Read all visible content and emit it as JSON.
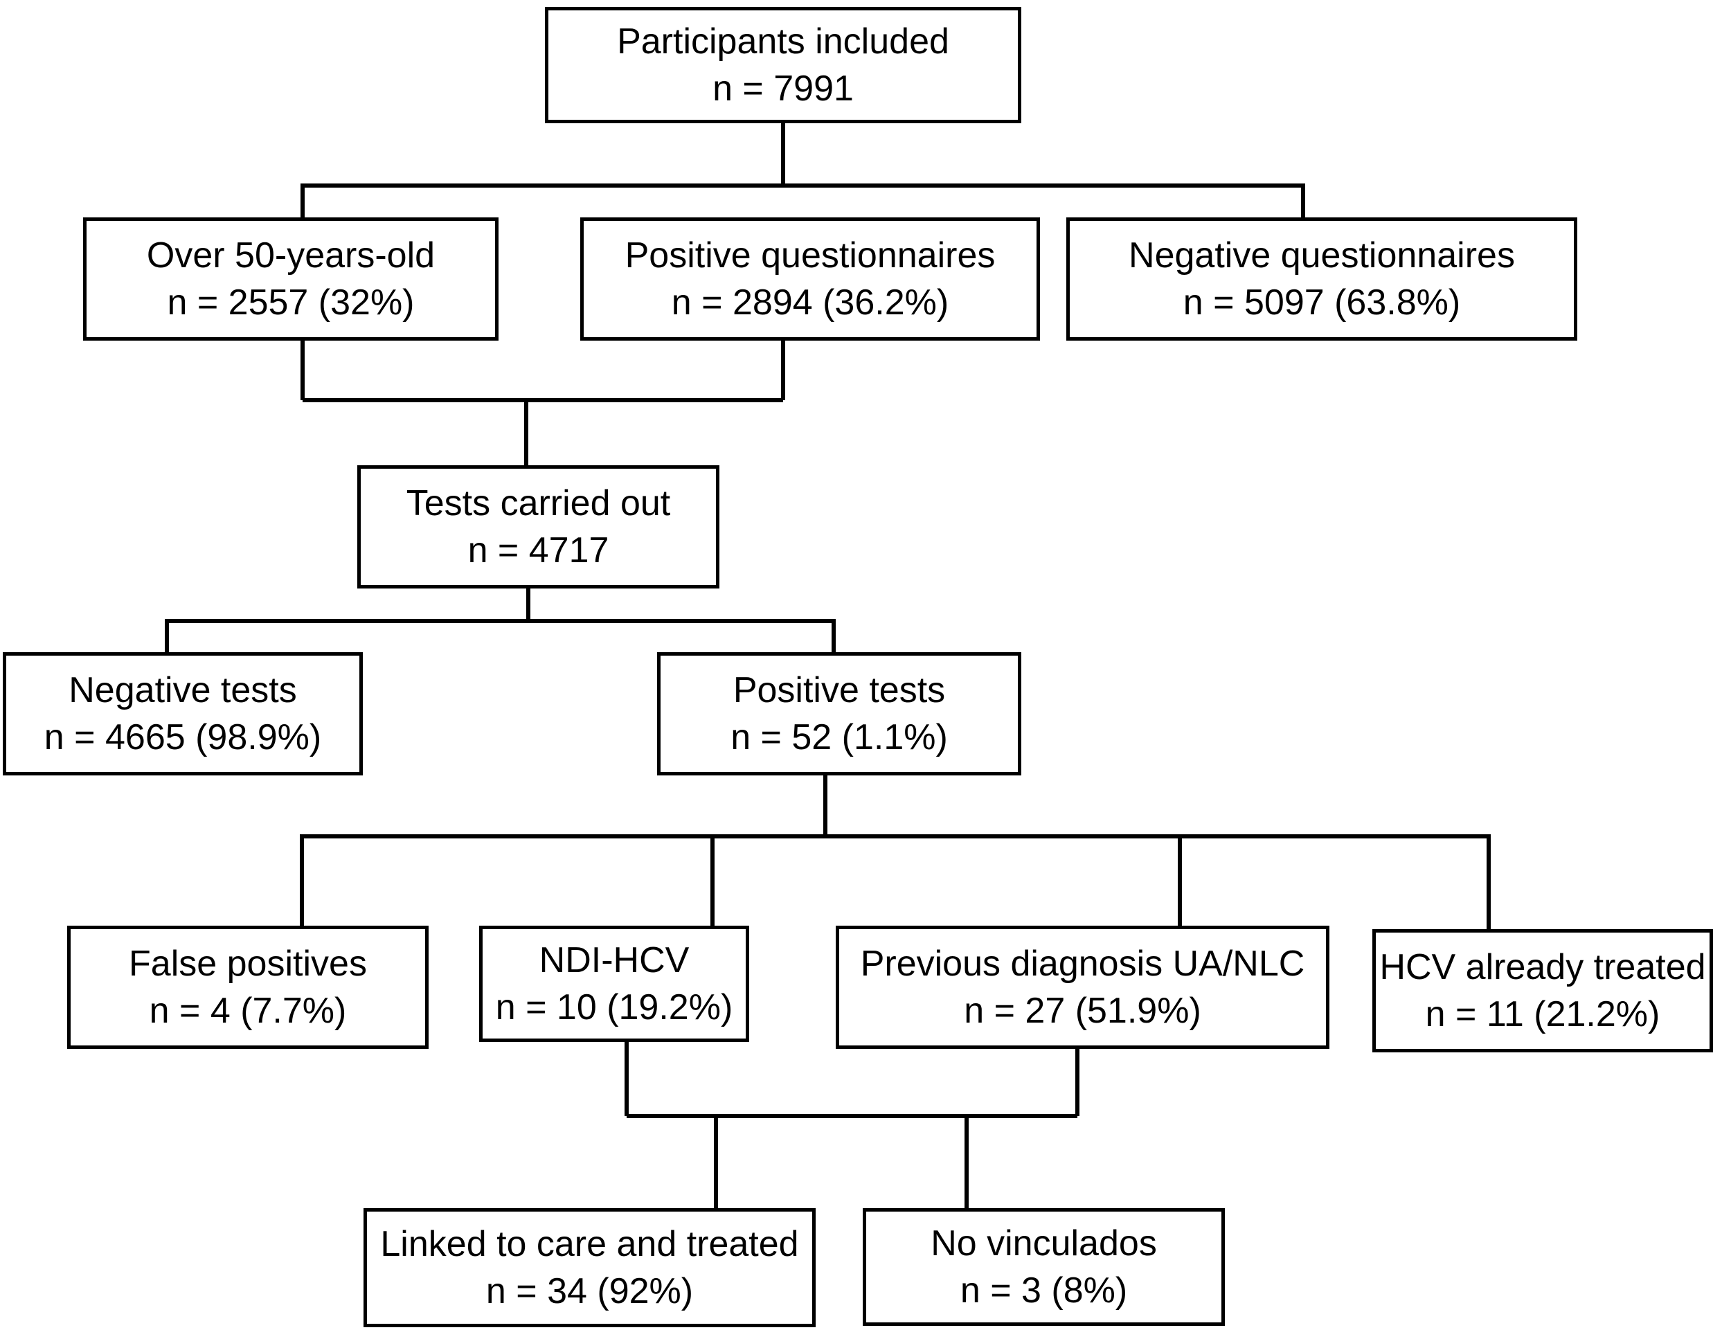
{
  "nodes": {
    "participants": {
      "label": "Participants included",
      "count": "n = 7991"
    },
    "over50": {
      "label": "Over 50-years-old",
      "count": "n = 2557 (32%)"
    },
    "positive_questionnaires": {
      "label": "Positive questionnaires",
      "count": "n = 2894 (36.2%)"
    },
    "negative_questionnaires": {
      "label": "Negative questionnaires",
      "count": "n = 5097 (63.8%)"
    },
    "tests_carried_out": {
      "label": "Tests carried out",
      "count": "n = 4717"
    },
    "negative_tests": {
      "label": "Negative tests",
      "count": "n = 4665 (98.9%)"
    },
    "positive_tests": {
      "label": "Positive tests",
      "count": "n = 52 (1.1%)"
    },
    "false_positives": {
      "label": "False positives",
      "count": "n = 4 (7.7%)"
    },
    "ndi_hcv": {
      "label": "NDI-HCV",
      "count": "n = 10 (19.2%)"
    },
    "previous_diagnosis": {
      "label": "Previous diagnosis UA/NLC",
      "count": "n = 27 (51.9%)"
    },
    "hcv_already_treated": {
      "label": "HCV already treated",
      "count": "n = 11 (21.2%)"
    },
    "linked_to_care": {
      "label": "Linked to care and treated",
      "count": "n = 34 (92%)"
    },
    "no_vinculados": {
      "label": "No vinculados",
      "count": "n = 3 (8%)"
    }
  },
  "edges": [
    {
      "from": [
        "participants"
      ],
      "to": [
        "over50",
        "positive_questionnaires",
        "negative_questionnaires"
      ]
    },
    {
      "from": [
        "over50",
        "positive_questionnaires"
      ],
      "to": [
        "tests_carried_out"
      ]
    },
    {
      "from": [
        "tests_carried_out"
      ],
      "to": [
        "negative_tests",
        "positive_tests"
      ]
    },
    {
      "from": [
        "positive_tests"
      ],
      "to": [
        "false_positives",
        "ndi_hcv",
        "previous_diagnosis",
        "hcv_already_treated"
      ]
    },
    {
      "from": [
        "ndi_hcv",
        "previous_diagnosis"
      ],
      "to": [
        "linked_to_care",
        "no_vinculados"
      ]
    }
  ],
  "colors": {
    "background": "#ffffff",
    "box_fill": "#ffffff",
    "box_border": "#000000",
    "line": "#000000",
    "text": "#000000"
  }
}
